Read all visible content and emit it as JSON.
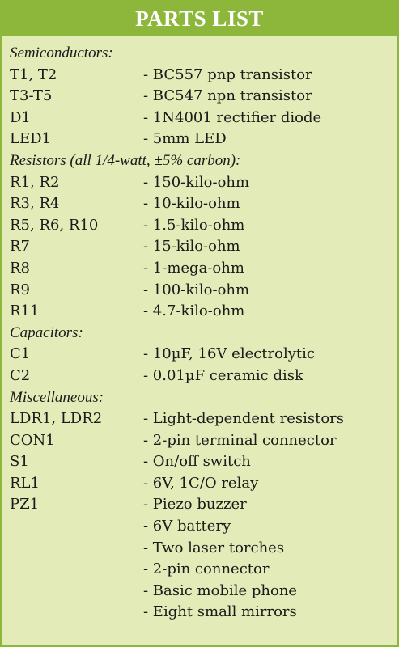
{
  "title": "PARTS LIST",
  "sections": [
    {
      "heading": "Semiconductors:",
      "items": [
        {
          "ref": "T1, T2",
          "desc": "- BC557 pnp transistor"
        },
        {
          "ref": "T3-T5",
          "desc": "- BC547 npn transistor"
        },
        {
          "ref": "D1",
          "desc": "- 1N4001 rectifier diode"
        },
        {
          "ref": "LED1",
          "desc": "- 5mm LED"
        }
      ]
    },
    {
      "heading": "Resistors (all 1/4-watt, ±5% carbon):",
      "items": [
        {
          "ref": "R1, R2",
          "desc": "- 150-kilo-ohm"
        },
        {
          "ref": "R3, R4",
          "desc": "- 10-kilo-ohm"
        },
        {
          "ref": "R5, R6, R10",
          "desc": "- 1.5-kilo-ohm"
        },
        {
          "ref": "R7",
          "desc": "- 15-kilo-ohm"
        },
        {
          "ref": "R8",
          "desc": "- 1-mega-ohm"
        },
        {
          "ref": "R9",
          "desc": "- 100-kilo-ohm"
        },
        {
          "ref": "R11",
          "desc": "- 4.7-kilo-ohm"
        }
      ]
    },
    {
      "heading": "Capacitors:",
      "items": [
        {
          "ref": "C1",
          "desc": "- 10µF, 16V electrolytic"
        },
        {
          "ref": "C2",
          "desc": "- 0.01µF ceramic disk"
        }
      ]
    },
    {
      "heading": "Miscellaneous:",
      "items": [
        {
          "ref": "LDR1, LDR2",
          "desc": "- Light-dependent resistors"
        },
        {
          "ref": "CON1",
          "desc": "- 2-pin terminal connector"
        },
        {
          "ref": "S1",
          "desc": "- On/off switch"
        },
        {
          "ref": "RL1",
          "desc": "- 6V, 1C/O relay"
        },
        {
          "ref": "PZ1",
          "desc": "- Piezo buzzer"
        },
        {
          "ref": "",
          "desc": "- 6V battery"
        },
        {
          "ref": "",
          "desc": "- Two laser torches"
        },
        {
          "ref": "",
          "desc": "- 2-pin connector"
        },
        {
          "ref": "",
          "desc": "- Basic mobile phone"
        },
        {
          "ref": "",
          "desc": "- Eight small mirrors"
        }
      ]
    }
  ]
}
